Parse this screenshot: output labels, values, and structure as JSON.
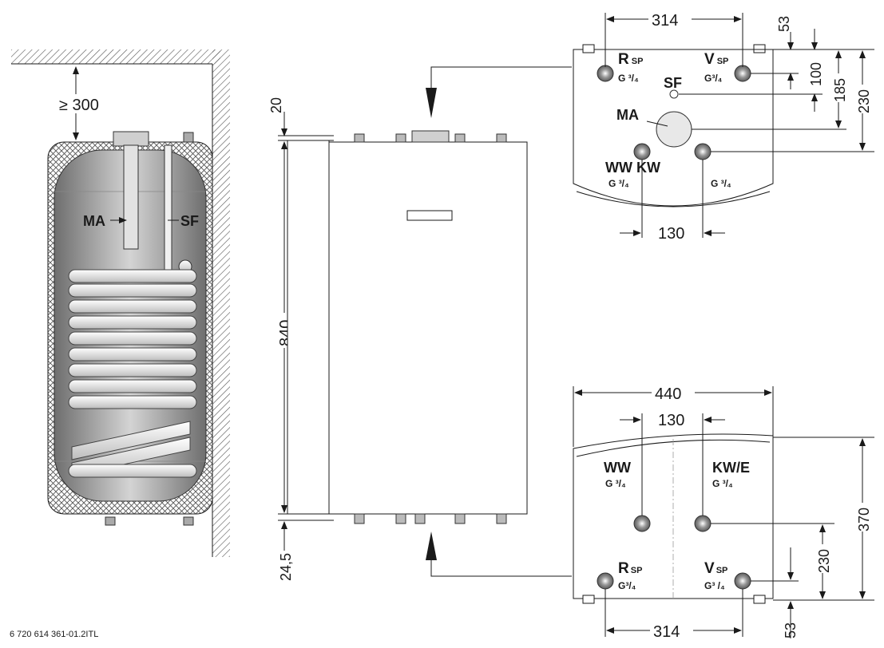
{
  "tank": {
    "clearance": "≥ 300",
    "label_ma": "MA",
    "label_sf": "SF"
  },
  "front": {
    "dim_top": "20",
    "dim_height": "840",
    "dim_bottom": "24,5"
  },
  "top_view": {
    "dim_width": "314",
    "dim_53": "53",
    "dim_100": "100",
    "dim_185": "185",
    "dim_230": "230",
    "dim_130": "130",
    "r_main": "R",
    "r_sub": "SP",
    "r_thread": "G ³/₄",
    "v_main": "V",
    "v_sub": "SP",
    "v_thread": "G³/₄",
    "sf": "SF",
    "ma": "MA",
    "ww_kw": "WW KW",
    "ww_thread": "G ³/₄",
    "kw_thread": "G ³/₄"
  },
  "bottom_view": {
    "dim_440": "440",
    "dim_130": "130",
    "dim_370": "370",
    "dim_230": "230",
    "dim_314": "314",
    "dim_53": "53",
    "ww": "WW",
    "ww_thread": "G ³/₄",
    "kwe": "KW/E",
    "kwe_thread": "G ³/₄",
    "r_main": "R",
    "r_sub": "SP",
    "r_thread": "G³/₄",
    "v_main": "V",
    "v_sub": "SP",
    "v_thread": "G³ /₄"
  },
  "doc_number": "6 720 614 361-01.2ITL"
}
